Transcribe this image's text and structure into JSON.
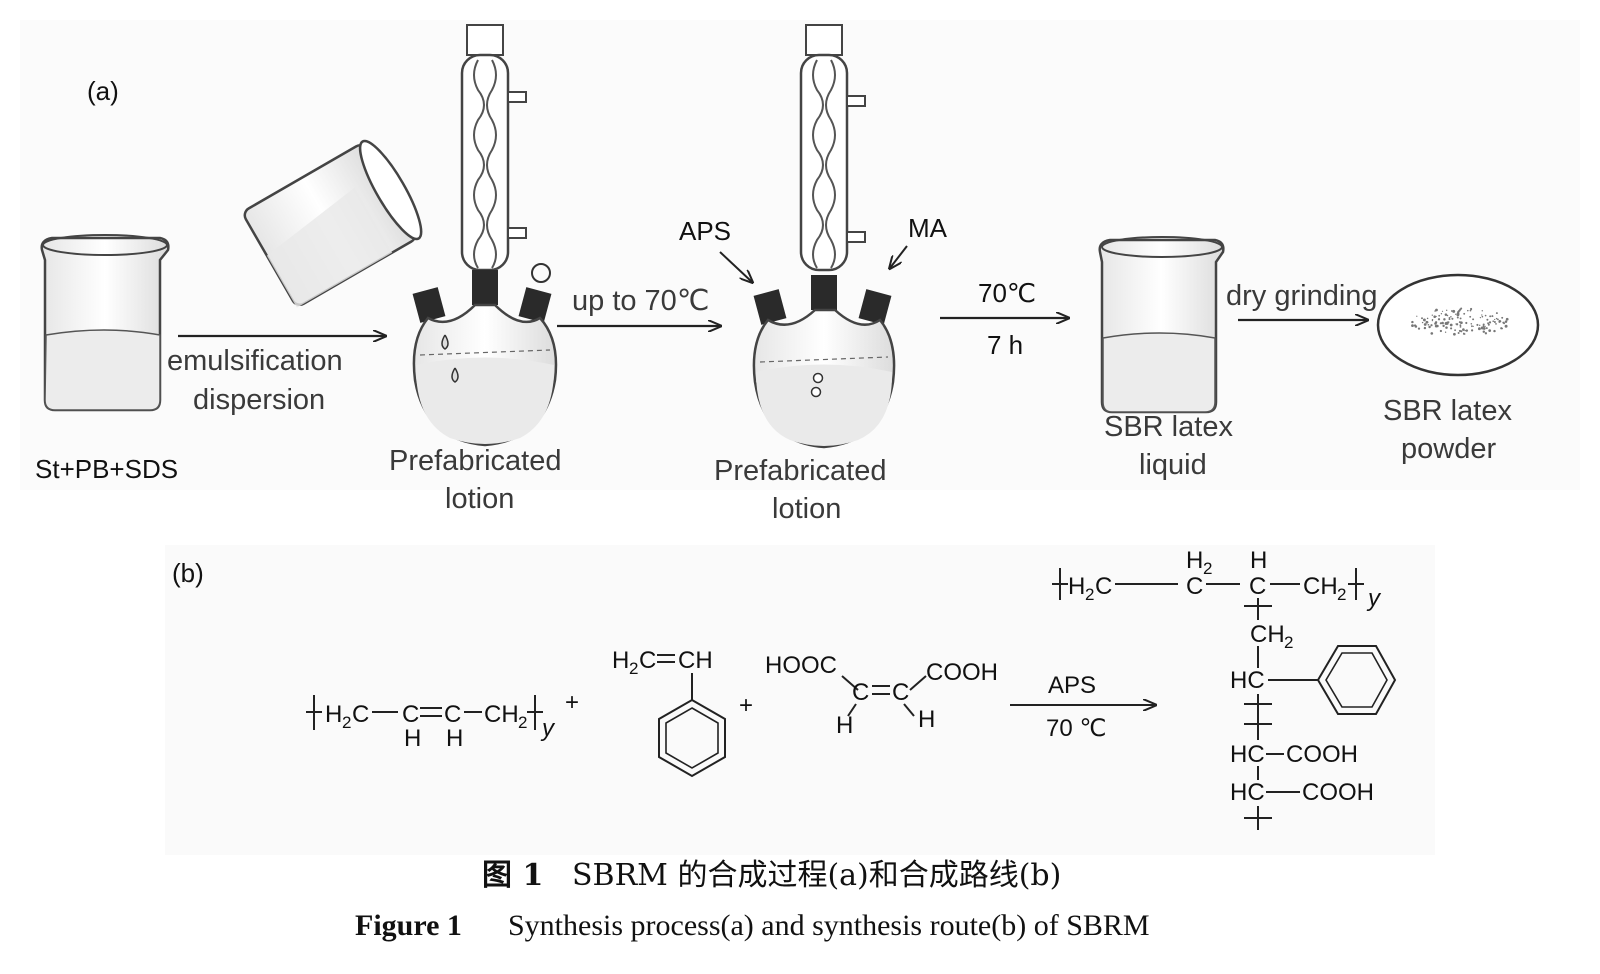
{
  "panel_a": {
    "label": "(a)",
    "reactants": "St+PB+SDS",
    "step1_line1": "emulsification",
    "step1_line2": "dispersion",
    "flask1_line1": "Prefabricated",
    "flask1_line2": "lotion",
    "step2": "up to 70℃",
    "aps": "APS",
    "ma": "MA",
    "flask2_line1": "Prefabricated",
    "flask2_line2": "lotion",
    "step3_temp": "70℃",
    "step3_time": "7 h",
    "beaker_line1": "SBR latex",
    "beaker_line2": "liquid",
    "step4": "dry grinding",
    "dish_line1": "SBR latex",
    "dish_line2": "powder"
  },
  "panel_b": {
    "label": "(b)",
    "arrow_top": "APS",
    "arrow_bottom": "70 ℃"
  },
  "caption": {
    "zh_label": "图 1",
    "zh_text": "SBRM 的合成过程(a)和合成路线(b)",
    "en_label": "Figure 1",
    "en_text": "Synthesis process(a) and synthesis route(b) of SBRM"
  }
}
